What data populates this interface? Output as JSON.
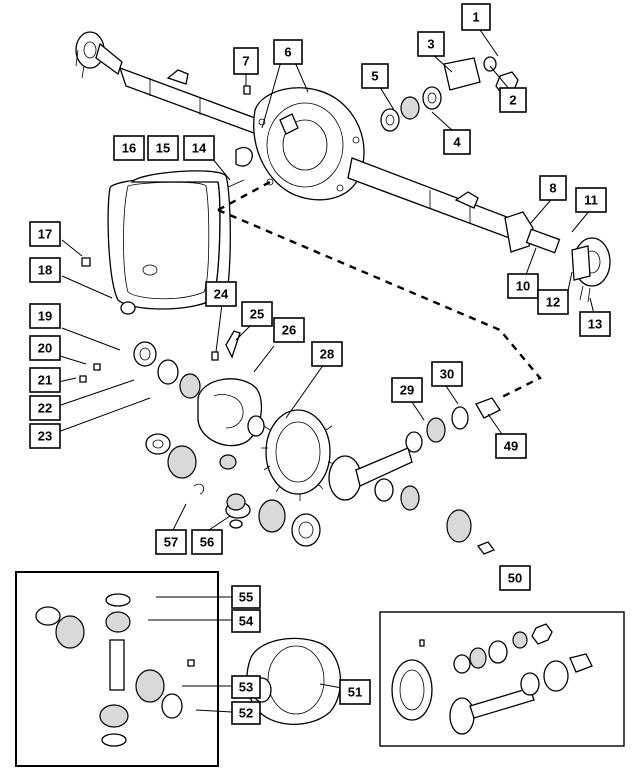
{
  "callouts": [
    {
      "id": "1",
      "label": "1"
    },
    {
      "id": "2",
      "label": "2"
    },
    {
      "id": "3",
      "label": "3"
    },
    {
      "id": "4",
      "label": "4"
    },
    {
      "id": "5",
      "label": "5"
    },
    {
      "id": "6",
      "label": "6"
    },
    {
      "id": "7",
      "label": "7"
    },
    {
      "id": "8",
      "label": "8"
    },
    {
      "id": "10",
      "label": "10"
    },
    {
      "id": "11",
      "label": "11"
    },
    {
      "id": "12",
      "label": "12"
    },
    {
      "id": "13",
      "label": "13"
    },
    {
      "id": "14",
      "label": "14"
    },
    {
      "id": "15",
      "label": "15"
    },
    {
      "id": "16",
      "label": "16"
    },
    {
      "id": "17",
      "label": "17"
    },
    {
      "id": "18",
      "label": "18"
    },
    {
      "id": "19",
      "label": "19"
    },
    {
      "id": "20",
      "label": "20"
    },
    {
      "id": "21",
      "label": "21"
    },
    {
      "id": "22",
      "label": "22"
    },
    {
      "id": "23",
      "label": "23"
    },
    {
      "id": "24",
      "label": "24"
    },
    {
      "id": "25",
      "label": "25"
    },
    {
      "id": "26",
      "label": "26"
    },
    {
      "id": "28",
      "label": "28"
    },
    {
      "id": "29",
      "label": "29"
    },
    {
      "id": "30",
      "label": "30"
    },
    {
      "id": "49",
      "label": "49"
    },
    {
      "id": "50",
      "label": "50"
    },
    {
      "id": "51",
      "label": "51"
    },
    {
      "id": "52",
      "label": "52"
    },
    {
      "id": "53",
      "label": "53"
    },
    {
      "id": "54",
      "label": "54"
    },
    {
      "id": "55",
      "label": "55"
    },
    {
      "id": "56",
      "label": "56"
    },
    {
      "id": "57",
      "label": "57"
    }
  ]
}
